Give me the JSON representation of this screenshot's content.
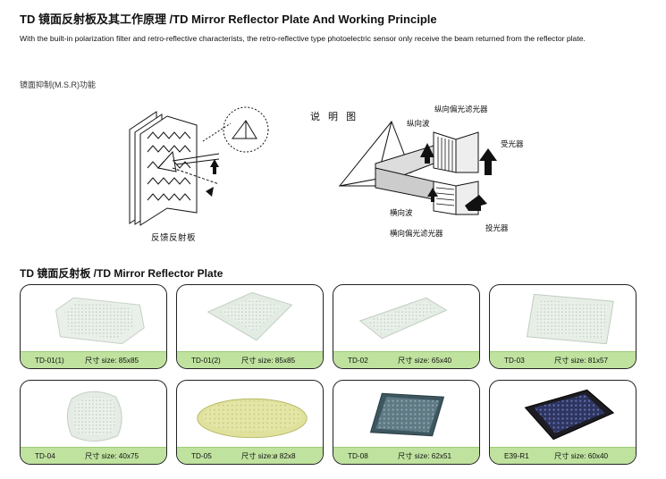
{
  "header": {
    "title": "TD 镜面反射板及其工作原理 /TD Mirror Reflector Plate And Working Principle",
    "intro": "With the built-in polarization filter and retro-reflective characterists, the retro-reflective type photoelectric sensor only receive the beam  returned from the reflector plate.",
    "msr_label": "镜面抑制(M.S.R)功能"
  },
  "diagram": {
    "left_caption": "反馈反射板",
    "right_title": "说 明 图",
    "labels": {
      "vertical_polarizer": "纵向偏光滤光器",
      "vertical_wave": "纵向波",
      "receiver": "受光器",
      "horizontal_wave": "横向波",
      "emitter": "投光器",
      "horizontal_polarizer": "横向偏光滤光器"
    }
  },
  "products": {
    "section_title": "TD 镜面反射板 /TD Mirror Reflector Plate",
    "items": [
      {
        "model": "TD-01(1)",
        "size": "尺寸 size: 85x85"
      },
      {
        "model": "TD-01(2)",
        "size": "尺寸 size: 85x85"
      },
      {
        "model": "TD-02",
        "size": "尺寸 size: 65x40"
      },
      {
        "model": "TD-03",
        "size": "尺寸 size: 81x57"
      },
      {
        "model": "TD-04",
        "size": "尺寸 size: 40x75"
      },
      {
        "model": "TD-05",
        "size": "尺寸 size:ø 82x8"
      },
      {
        "model": "TD-08",
        "size": "尺寸 size: 62x51"
      },
      {
        "model": "E39-R1",
        "size": "尺寸 size: 60x40"
      }
    ]
  }
}
